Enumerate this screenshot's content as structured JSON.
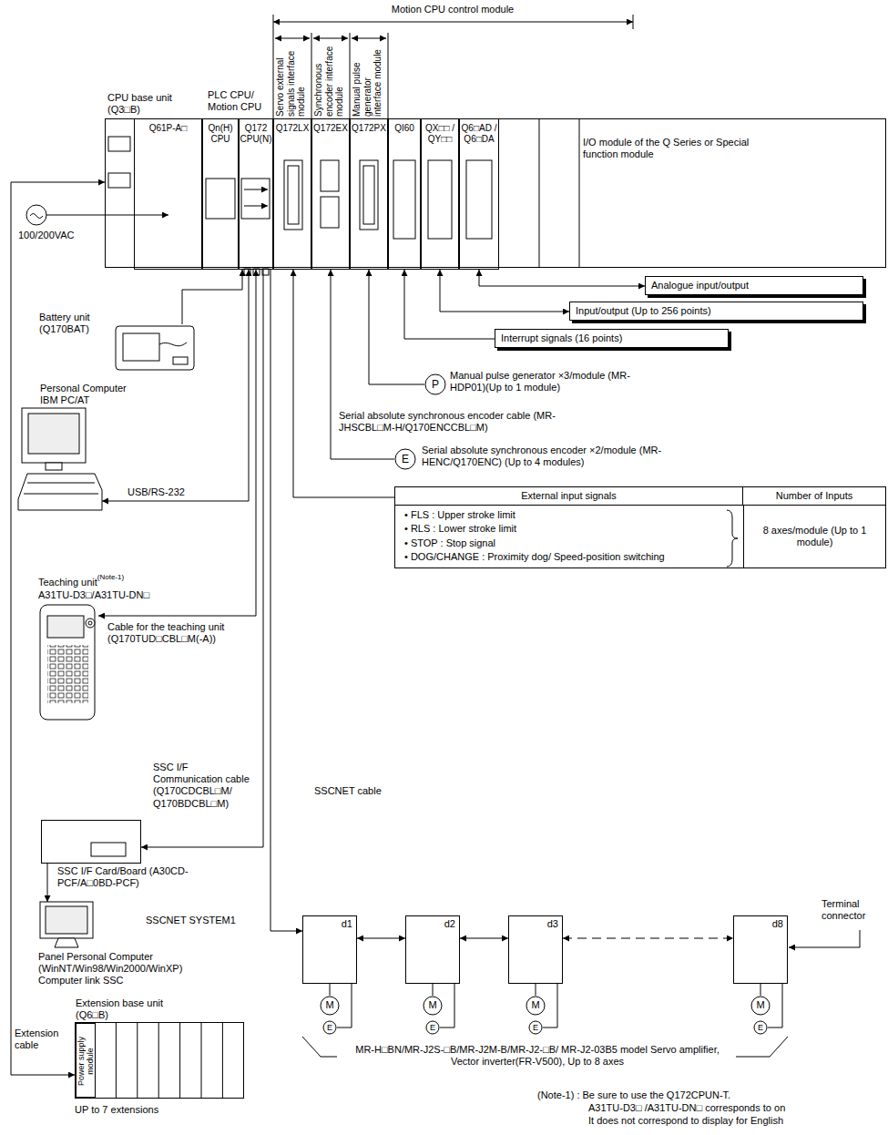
{
  "diagram": {
    "nodes": [
      {
        "text": [
          "CPU base unit (Q3□B)"
        ]
      },
      {
        "text": [
          "Q61P-A□"
        ],
        "in": 0
      },
      {
        "text": [
          "Qn(H) CPU"
        ],
        "in": 0
      },
      {
        "text": [
          "Q172 CPU(N)"
        ],
        "in": 0
      },
      {
        "text": [
          "Q172LX"
        ],
        "in": 0
      },
      {
        "text": [
          "Q172EX"
        ],
        "in": 0
      },
      {
        "text": [
          "Q172PX"
        ],
        "in": 0
      },
      {
        "text": [
          "QI60"
        ],
        "in": 0
      },
      {
        "text": [
          "QX□□ / QY□□"
        ],
        "in": 0
      },
      {
        "text": [
          "Q6□AD / Q6□DA"
        ],
        "in": 0
      },
      {
        "text": [
          "Analogue input/output"
        ]
      },
      {
        "text": [
          "Input/output (Up to 256 points)"
        ]
      },
      {
        "text": [
          "Interrupt signals (16 points)"
        ]
      },
      {
        "text": [
          "P"
        ]
      },
      {
        "text": [
          "E"
        ]
      },
      {
        "text": [
          "External input signals",
          "Number of Inputs",
          "• FLS : Upper stroke limit",
          "• RLS : Lower stroke limit",
          "• STOP : Stop signal",
          "• DOG/CHANGE : Proximity dog/ Speed-position switching",
          "8 axes/module (Up to 1 module)"
        ]
      },
      {
        "text": [
          "Battery unit (Q170BAT)"
        ]
      },
      {
        "text": [
          "Personal Computer IBM PC/AT"
        ]
      },
      {
        "text": [
          "Teaching unit",
          "(Note-1)",
          "A31TU-D3□/A31TU-DN□"
        ]
      },
      {
        "text": [
          "SSC I/F Card/Board (A30CD-PCF/A□0BD-PCF)"
        ]
      },
      {
        "text": [
          "Panel Personal Computer (WinNT/Win98/Win2000/WinXP) Computer link SSC"
        ]
      },
      {
        "text": [
          "d1"
        ]
      },
      {
        "text": [
          "d2"
        ]
      },
      {
        "text": [
          "d3"
        ]
      },
      {
        "text": [
          "d8"
        ]
      },
      {
        "text": [
          "M"
        ]
      },
      {
        "text": [
          "M"
        ]
      },
      {
        "text": [
          "M"
        ]
      },
      {
        "text": [
          "M"
        ]
      },
      {
        "text": [
          "E"
        ]
      },
      {
        "text": [
          "E"
        ]
      },
      {
        "text": [
          "E"
        ]
      },
      {
        "text": [
          "E"
        ]
      },
      {
        "text": [
          "Extension base unit (Q6□B)"
        ]
      },
      {
        "text": [
          "Power supply module"
        ],
        "in": 33
      }
    ],
    "edges": [
      {
        "from": 15,
        "to": 4,
        "arrow": "to"
      },
      {
        "from": 14,
        "to": 5,
        "arrow": "to"
      },
      {
        "from": 13,
        "to": 6,
        "arrow": "to"
      },
      {
        "from": 12,
        "to": 7,
        "arrow": "to"
      },
      {
        "from": 8,
        "to": 11,
        "arrow": "both"
      },
      {
        "from": 9,
        "to": 10,
        "arrow": "both"
      },
      {
        "from": 16,
        "to": 3,
        "arrow": "to"
      },
      {
        "from": 3,
        "to": 17,
        "arrow": "both"
      },
      {
        "from": 3,
        "to": 18,
        "arrow": "both"
      },
      {
        "from": 3,
        "to": 19,
        "arrow": "to"
      },
      {
        "from": 3,
        "to": 21,
        "arrow": "to"
      },
      {
        "from": 19,
        "to": 20,
        "arrow": "to"
      },
      {
        "from": 21,
        "to": 22,
        "arrow": "both"
      },
      {
        "from": 22,
        "to": 23,
        "arrow": "both"
      },
      {
        "from": 23,
        "to": 24,
        "arrow": "both"
      },
      {
        "from": 21,
        "to": 25,
        "arrow": "none"
      },
      {
        "from": 22,
        "to": 26,
        "arrow": "none"
      },
      {
        "from": 23,
        "to": 27,
        "arrow": "none"
      },
      {
        "from": 24,
        "to": 28,
        "arrow": "none"
      },
      {
        "from": 29,
        "to": 21,
        "arrow": "none"
      },
      {
        "from": 30,
        "to": 22,
        "arrow": "none"
      },
      {
        "from": 31,
        "to": 23,
        "arrow": "none"
      },
      {
        "from": 32,
        "to": 24,
        "arrow": "none"
      },
      {
        "from": 0,
        "to": 33,
        "arrow": "both"
      }
    ],
    "labels": [
      "Motion CPU control module",
      "Servo external signals interface module",
      "Synchronous encoder interface module",
      "Manual pulse generator interface module",
      "PLC CPU/ Motion CPU",
      "I/O module of the Q Series or Special function module",
      "100/200VAC",
      "Manual pulse generator ×3/module (MR-HDP01)(Up to 1 module)",
      "Serial absolute synchronous encoder cable (MR-JHSCBL□M-H/Q170ENCCBL□M)",
      "Serial absolute synchronous encoder ×2/module (MR-HENC/Q170ENC) (Up to 4 modules)",
      "USB/RS-232",
      "Cable for the teaching unit (Q170TUD□CBL□M(-A))",
      "SSC I/F Communication cable (Q170CDCBL□M/ Q170BDCBL□M)",
      "SSCNET cable",
      "SSCNET SYSTEM1",
      "Terminal connector",
      "MR-H□BN/MR-J2S-□B/MR-J2M-B/MR-J2-□B/ MR-J2-03B5 model Servo amplifier, Vector inverter(FR-V500), Up to 8 axes",
      "Extension cable",
      "UP to 7 extensions",
      "(Note-1) : Be sure to use the Q172CPUN-T.",
      "A31TU-D3□ /A31TU-DN□ corresponds to on",
      "It does not correspond to display for English"
    ]
  }
}
